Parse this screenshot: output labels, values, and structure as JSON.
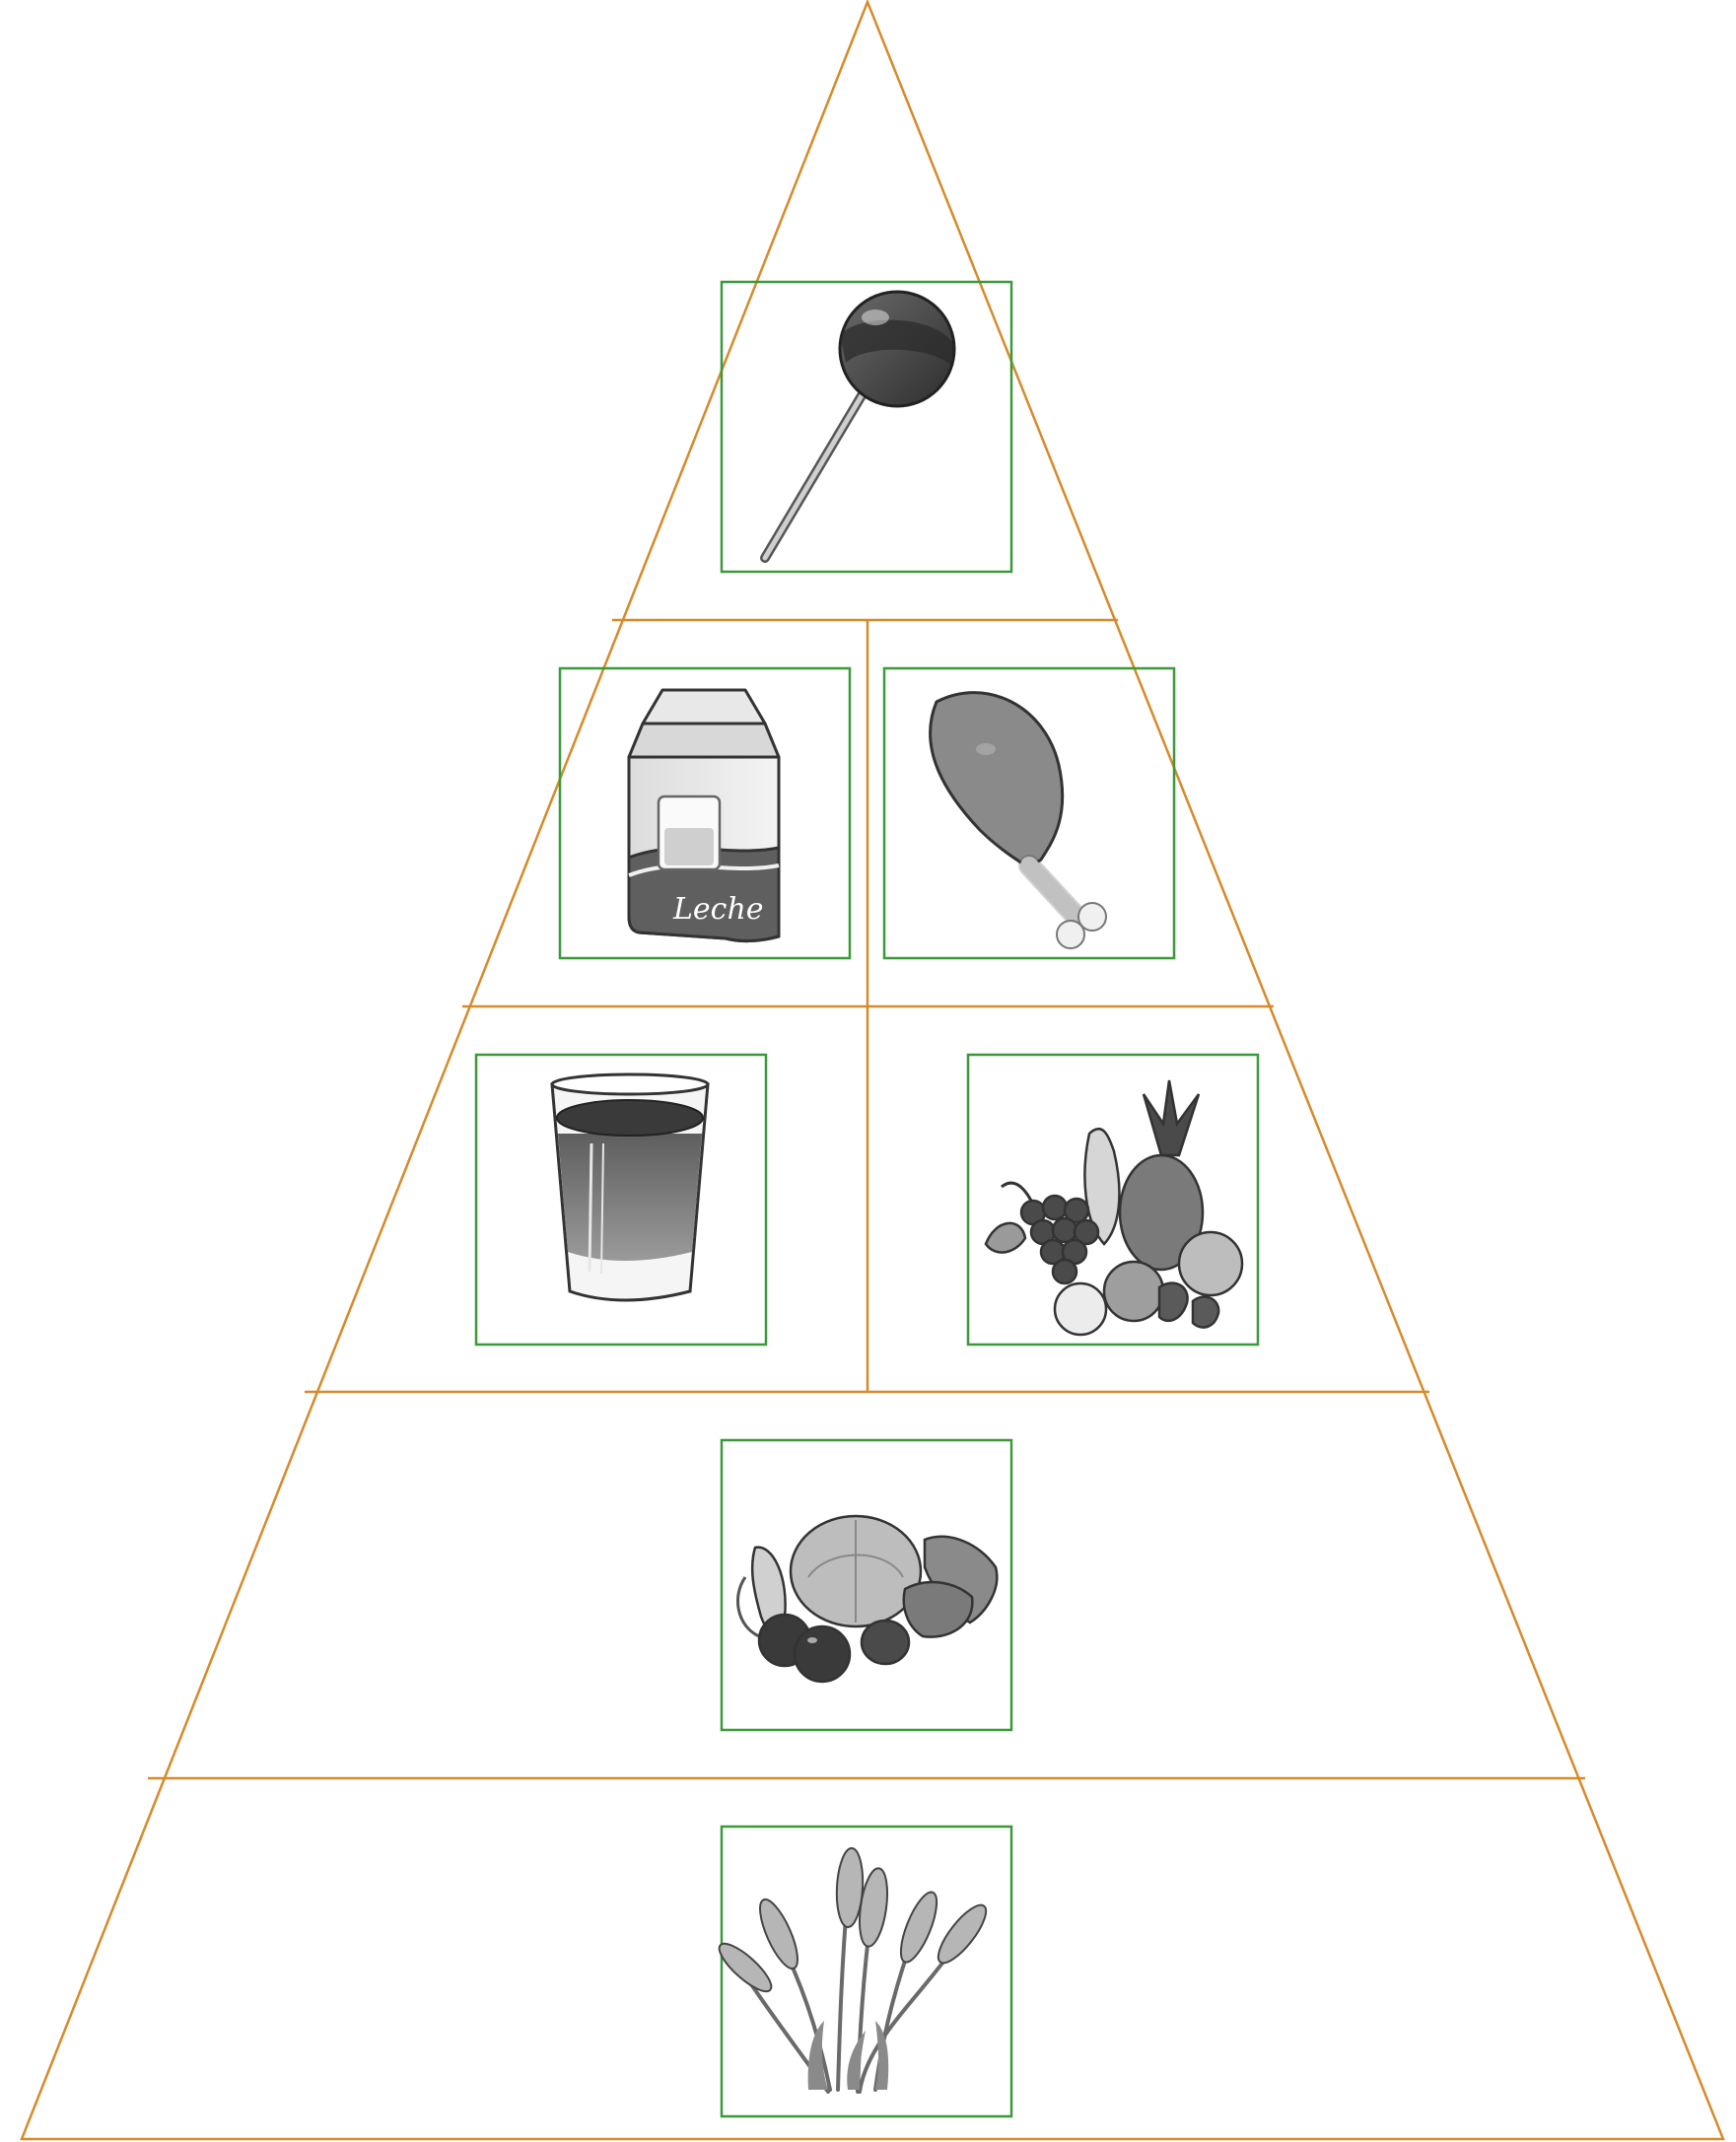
{
  "diagram": {
    "colors": {
      "pyramid_line": "#d68a2a",
      "frame_line": "#3a9a3a",
      "icon_dark": "#3d3d3d",
      "icon_mid": "#7a7a7a",
      "icon_light": "#bdbdbd",
      "icon_pale": "#e6e6e6"
    },
    "levels": [
      {
        "level": 1,
        "items": [
          {
            "icon": "lollipop-icon"
          }
        ]
      },
      {
        "level": 2,
        "items": [
          {
            "icon": "milk-carton-icon",
            "label": "Leche"
          },
          {
            "icon": "chicken-leg-icon"
          }
        ]
      },
      {
        "level": 3,
        "items": [
          {
            "icon": "glass-of-water-icon"
          },
          {
            "icon": "fruits-icon"
          }
        ]
      },
      {
        "level": 4,
        "items": [
          {
            "icon": "vegetables-icon"
          }
        ]
      },
      {
        "level": 5,
        "items": [
          {
            "icon": "wheat-icon"
          }
        ]
      }
    ]
  }
}
